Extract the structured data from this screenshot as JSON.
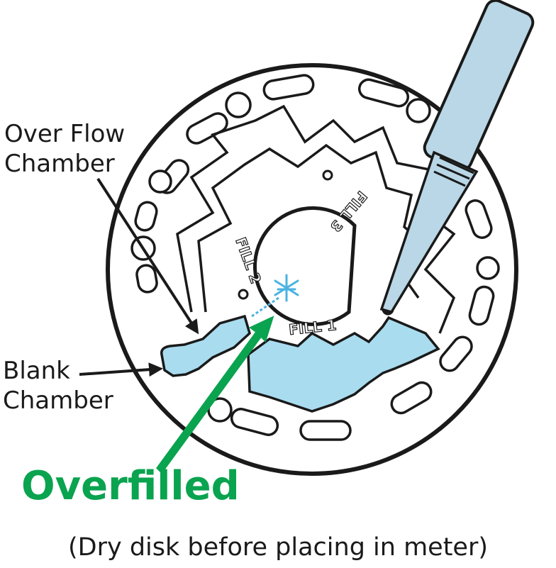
{
  "labels": {
    "overflow_line1": "Over Flow",
    "overflow_line2": "Chamber",
    "blank_line1": "Blank",
    "blank_line2": "Chamber",
    "overfilled": "Overfilled",
    "caption": "(Dry disk before placing in meter)"
  },
  "disk": {
    "fill_labels": [
      "FILL 1",
      "FILL 2",
      "FILL 3"
    ]
  },
  "colors": {
    "liquid": "#a9dcef",
    "outline": "#1a1a1a",
    "arrow_green": "#0aa34f",
    "pipette": "#b9d7e6",
    "splash": "#4ab3e0"
  }
}
